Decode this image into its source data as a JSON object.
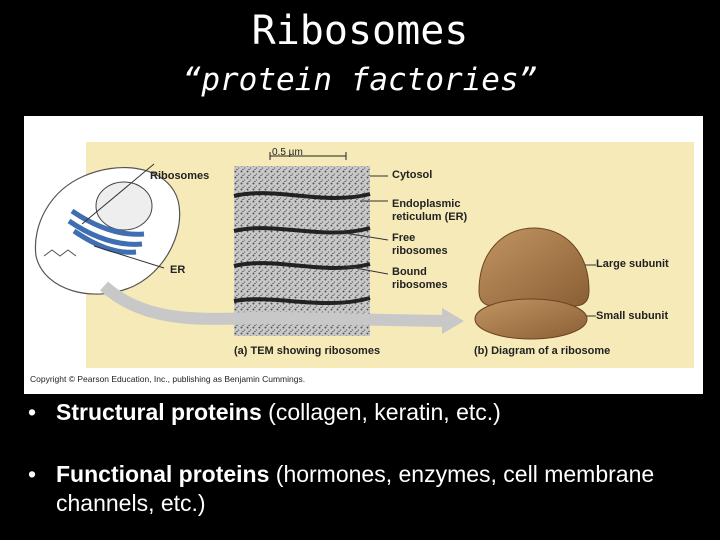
{
  "slide": {
    "title": "Ribosomes",
    "subtitle": "“protein factories”"
  },
  "figure": {
    "scale_bar": "0.5 µm",
    "labels": {
      "ribosomes": "Ribosomes",
      "er": "ER",
      "cytosol": "Cytosol",
      "endoplasmic_1": "Endoplasmic",
      "endoplasmic_2": "reticulum (ER)",
      "free_1": "Free",
      "free_2": "ribosomes",
      "bound_1": "Bound",
      "bound_2": "ribosomes",
      "large": "Large subunit",
      "small": "Small subunit",
      "caption_a": "(a) TEM showing ribosomes",
      "caption_b": "(b) Diagram of a ribosome"
    },
    "copyright": "Copyright © Pearson Education, Inc., publishing as Benjamin Cummings."
  },
  "bullets": [
    {
      "bold": "Structural proteins",
      "rest": " (collagen, keratin, etc.)"
    },
    {
      "bold": "Functional proteins",
      "rest": " (hormones, enzymes, cell membrane channels, etc.)"
    }
  ],
  "colors": {
    "background": "#000000",
    "panel": "#f6eab8",
    "ribosome": "#a97b4a",
    "er_blue": "#3f6fb0"
  }
}
